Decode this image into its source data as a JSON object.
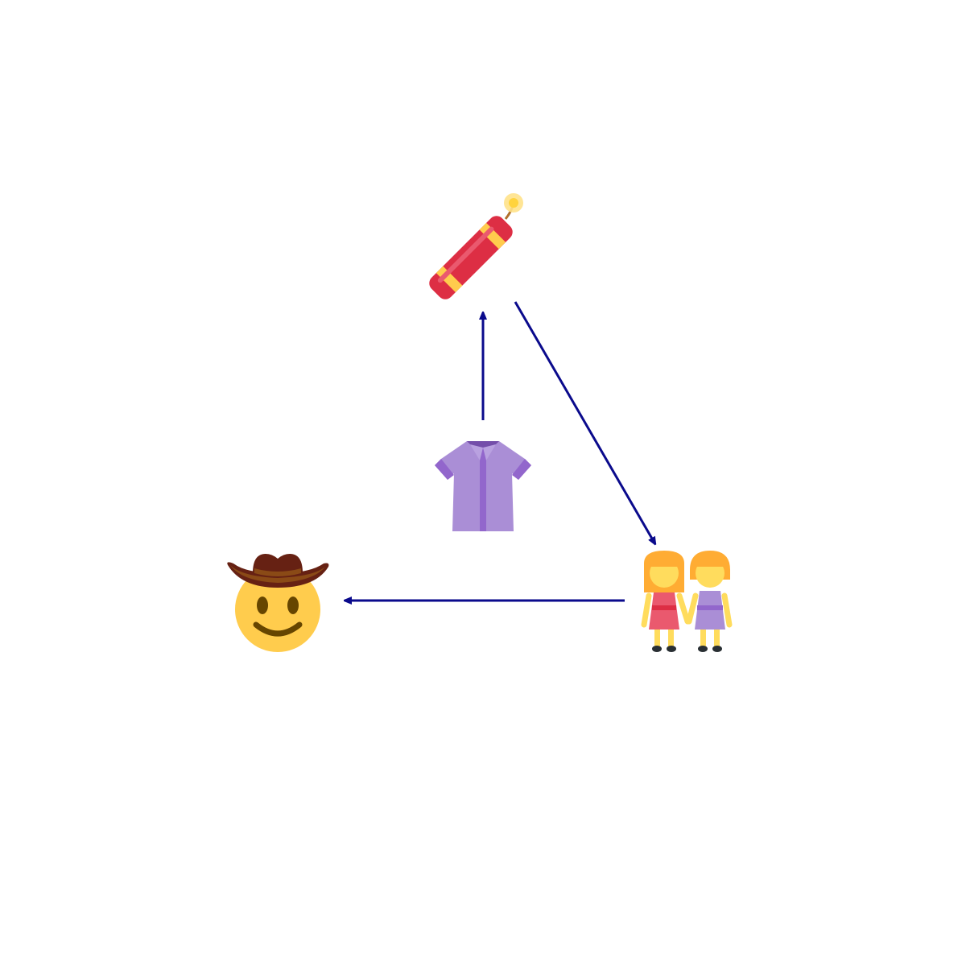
{
  "diagram": {
    "nodes": [
      {
        "id": "firecracker",
        "icon": "firecracker-icon"
      },
      {
        "id": "blouse",
        "icon": "blouse-icon"
      },
      {
        "id": "two-women",
        "icon": "two-women-holding-hands-icon"
      },
      {
        "id": "cowboy",
        "icon": "cowboy-hat-face-icon"
      }
    ],
    "edges": [
      {
        "from": "blouse",
        "to": "firecracker"
      },
      {
        "from": "firecracker",
        "to": "two-women"
      },
      {
        "from": "two-women",
        "to": "cowboy"
      }
    ]
  },
  "colors": {
    "arrow": "#0a0a8c",
    "background": "#ffffff"
  }
}
